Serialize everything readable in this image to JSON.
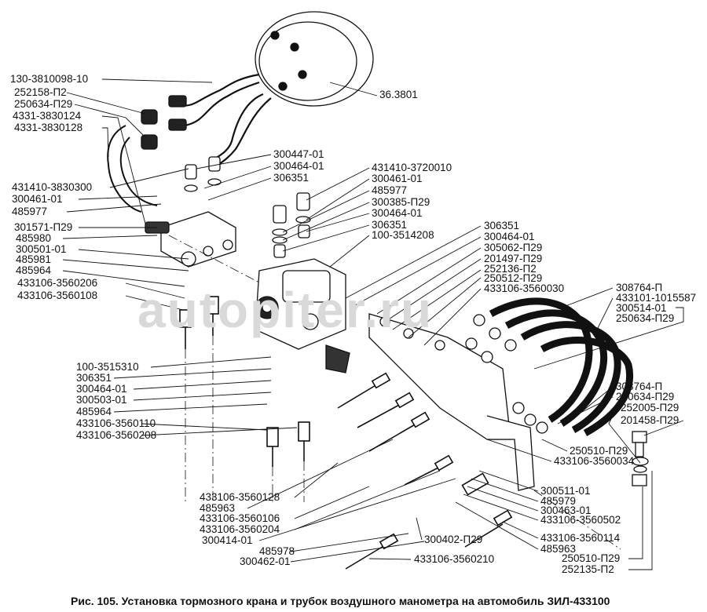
{
  "caption": "Рис. 105. Установка тормозного крана и трубок воздушного манометра на автомобиль ЗИЛ-433100",
  "watermark": "autopiter.ru",
  "labels": {
    "top_left": [
      "130-3810098-10",
      "252158-П2",
      "250634-П29",
      "4331-3830124",
      "4331-3830128"
    ],
    "gauge": [
      "36.3801"
    ],
    "mid_left": [
      "431410-3830300",
      "300461-01",
      "485977",
      "301571-П29",
      "485980",
      "300501-01",
      "485981",
      "485964",
      "433106-3560206",
      "433106-3560108"
    ],
    "center_top": [
      "300447-01",
      "300464-01",
      "306351"
    ],
    "center_right": [
      "431410-3720010",
      "300461-01",
      "485977",
      "300385-П29",
      "300464-01",
      "306351",
      "100-3514208"
    ],
    "bracket": [
      "306351",
      "300464-01",
      "305062-П29",
      "201497-П29",
      "252136-П2",
      "250512-П29",
      "433106-3560030"
    ],
    "hoses_top": [
      "308764-П",
      "433101-1015587",
      "300514-01",
      "250634-П29"
    ],
    "hoses_bottom": [
      "308764-П",
      "250634-П29",
      "252005-П29",
      "201458-П29"
    ],
    "bracket_bottom": [
      "250510-П29",
      "433106-3560034"
    ],
    "lower_right": [
      "300511-01",
      "485979",
      "300463-01",
      "433106-3560502",
      "433106-3560114",
      "485963",
      "250510-П29",
      "252135-П2"
    ],
    "lower_left": [
      "100-3515310",
      "306351",
      "300464-01",
      "300503-01",
      "485964",
      "433106-3560110",
      "433106-3560208"
    ],
    "bottom_center": [
      "433106-3560128",
      "485963",
      "433106-3560106",
      "433106-3560204",
      "300414-01",
      "485978",
      "300462-01"
    ],
    "bottom_misc": [
      "300402-П29",
      "433106-3560210"
    ]
  }
}
